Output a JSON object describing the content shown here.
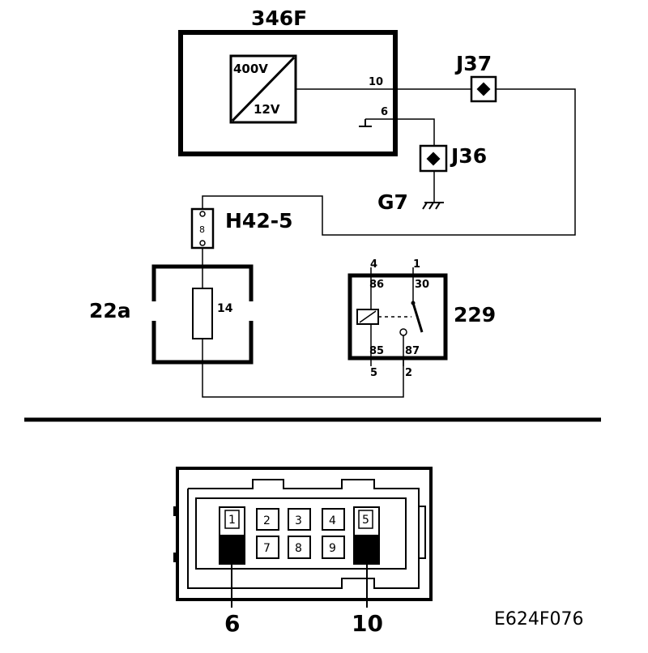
{
  "diagram": {
    "module_346f": {
      "label": "346F",
      "converter_in": "400V",
      "converter_out": "12V",
      "pin_10": "10",
      "pin_6": "6"
    },
    "splice_j37": {
      "label": "J37"
    },
    "splice_j36": {
      "label": "J36"
    },
    "ground_g7": {
      "label": "G7"
    },
    "connector_h42": {
      "label": "H42-5",
      "pin": "8"
    },
    "fusebox_22a": {
      "label": "22a",
      "fuse": "14"
    },
    "relay_229": {
      "label": "229",
      "pin_86": "86",
      "pin_30": "30",
      "pin_85": "85",
      "pin_87": "87",
      "socket_4": "4",
      "socket_1": "1",
      "socket_5": "5",
      "socket_2": "2"
    },
    "connector_face": {
      "top_row": [
        "1",
        "2",
        "3",
        "4",
        "5"
      ],
      "bottom_row": [
        "7",
        "8",
        "9"
      ],
      "callout_left": "6",
      "callout_right": "10"
    },
    "reference_code": "E624F076"
  }
}
